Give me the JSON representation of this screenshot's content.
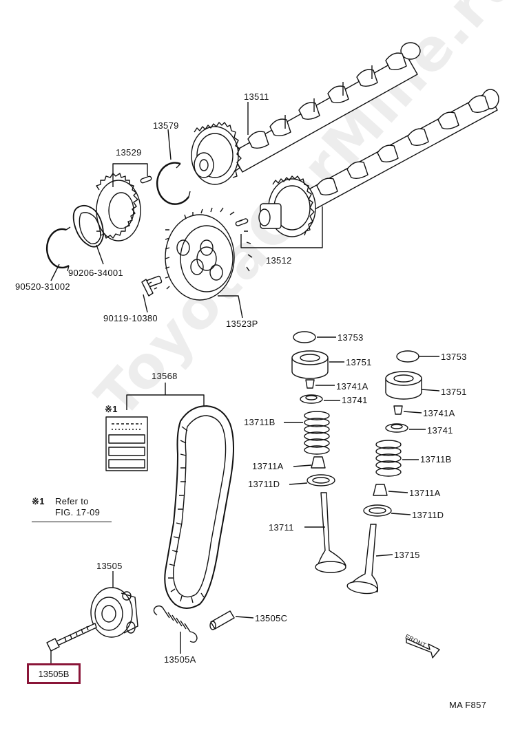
{
  "watermark": "ToyotaCarMine.ru",
  "highlight_color": "#8a1538",
  "parts": {
    "p13511": "13511",
    "p13579": "13579",
    "p13529": "13529",
    "p90206": "90206-34001",
    "p90520": "90520-31002",
    "p90119": "90119-10380",
    "p13523p": "13523P",
    "p13512": "13512",
    "p13753a": "13753",
    "p13751a": "13751",
    "p13741aA": "13741A",
    "p13741a": "13741",
    "p13711ba": "13711B",
    "p13711aa": "13711A",
    "p13711da": "13711D",
    "p13711": "13711",
    "p13753b": "13753",
    "p13751b": "13751",
    "p13741aB": "13741A",
    "p13741b": "13741",
    "p13711bb": "13711B",
    "p13711ab": "13711A",
    "p13711db": "13711D",
    "p13715": "13715",
    "p13568": "13568",
    "p13505": "13505",
    "p13505c": "13505C",
    "p13505a": "13505A",
    "p13505b": "13505B"
  },
  "note": {
    "mark": "※1",
    "line1": "Refer to",
    "line2": "FIG. 17-09"
  },
  "front_label": "FRONT",
  "diagram_code": "MA F857"
}
